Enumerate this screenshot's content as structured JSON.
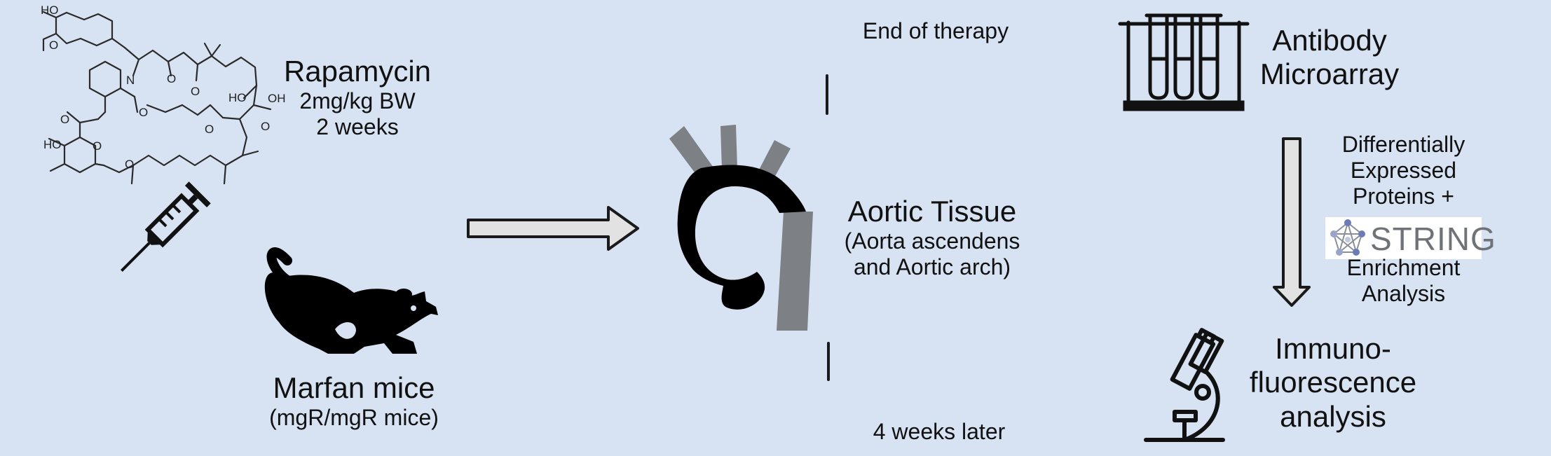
{
  "rapamycin": {
    "title": "Rapamycin",
    "dose": "2mg/kg BW",
    "duration": "2 weeks"
  },
  "mice": {
    "title": "Marfan mice",
    "subtitle": "(mgR/mgR mice)"
  },
  "tissue": {
    "title": "Aortic Tissue",
    "line1": "(Aorta ascendens",
    "line2": "and Aortic arch)"
  },
  "timing": {
    "top": "End of therapy",
    "bottom": "4 weeks later"
  },
  "microarray": {
    "line1": "Antibody",
    "line2": "Microarray"
  },
  "deps": {
    "line1": "Differentially",
    "line2": "Expressed",
    "line3": "Proteins +",
    "logo": "STRING",
    "line4": "Enrichment",
    "line5": "Analysis"
  },
  "immuno": {
    "line1": "Immuno-",
    "line2": "fluorescence",
    "line3": "analysis"
  },
  "colors": {
    "background": "#d7e2f2",
    "arrow_fill": "#e2e2e2",
    "aorta_dark": "#000000",
    "aorta_grey": "#7d8085",
    "line_dark": "#1a1a1a"
  }
}
